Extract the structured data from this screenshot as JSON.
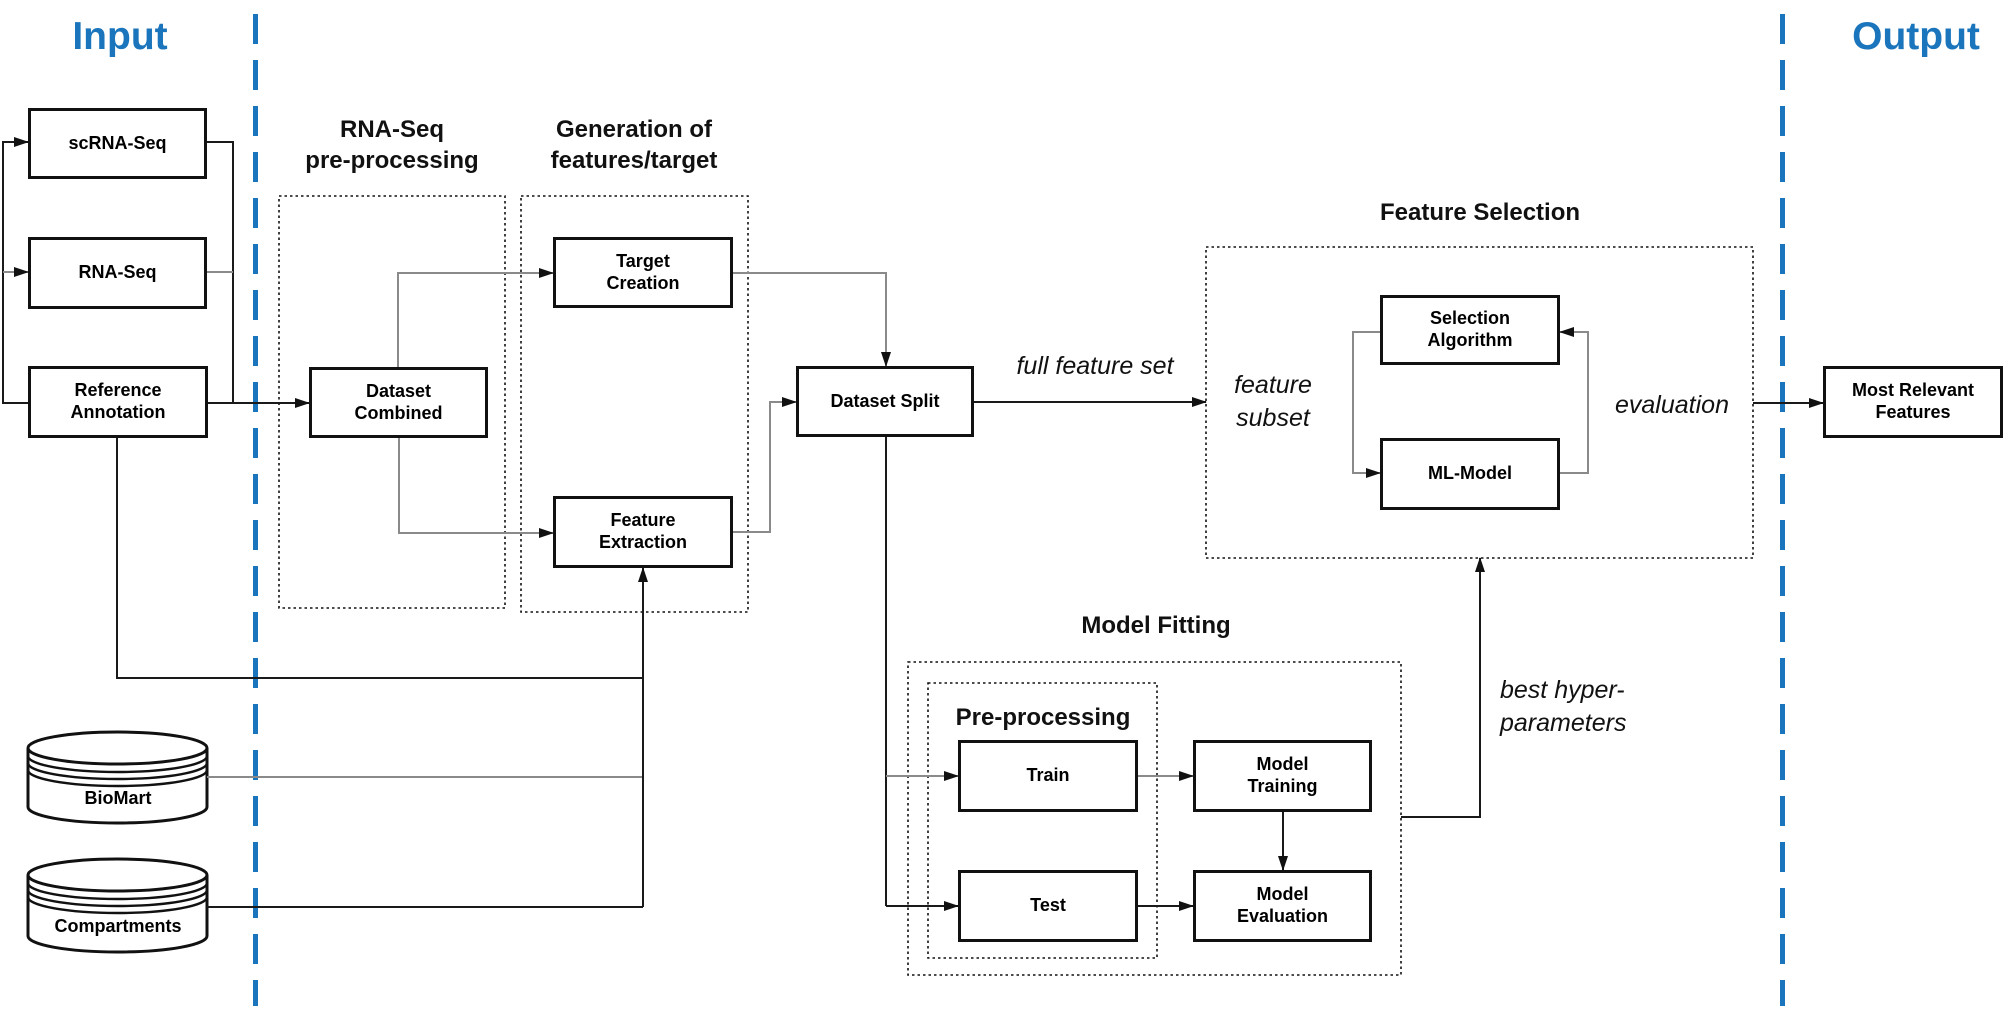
{
  "titles": {
    "input": "Input",
    "output": "Output"
  },
  "sections": {
    "rnaseq_preprocessing": {
      "title": "RNA-Seq\npre-processing"
    },
    "generation": {
      "title": "Generation of\nfeatures/target"
    },
    "feature_selection": {
      "title": "Feature Selection"
    },
    "model_fitting": {
      "title": "Model Fitting"
    },
    "preprocessing_inner": {
      "title": "Pre-processing"
    }
  },
  "nodes": {
    "scrna_seq": {
      "label": "scRNA-Seq"
    },
    "rna_seq": {
      "label": "RNA-Seq"
    },
    "reference_annotation": {
      "label": "Reference\nAnnotation"
    },
    "dataset_combined": {
      "label": "Dataset\nCombined"
    },
    "target_creation": {
      "label": "Target\nCreation"
    },
    "feature_extraction": {
      "label": "Feature\nExtraction"
    },
    "dataset_split": {
      "label": "Dataset Split"
    },
    "selection_algorithm": {
      "label": "Selection\nAlgorithm"
    },
    "ml_model": {
      "label": "ML-Model"
    },
    "train": {
      "label": "Train"
    },
    "test": {
      "label": "Test"
    },
    "model_training": {
      "label": "Model\nTraining"
    },
    "model_evaluation": {
      "label": "Model\nEvaluation"
    },
    "most_relevant_features": {
      "label": "Most Relevant\nFeatures"
    }
  },
  "databases": {
    "biomart": {
      "label": "BioMart"
    },
    "compartments": {
      "label": "Compartments"
    }
  },
  "edge_labels": {
    "full_feature_set": "full feature set",
    "feature_subset": "feature\nsubset",
    "evaluation": "evaluation",
    "best_hyperparameters": "best hyper-\nparameters"
  },
  "colors": {
    "accent_blue": "#1b75bc",
    "line_black": "#1a1a1a",
    "line_gray": "#8a8a8a",
    "background": "#ffffff"
  }
}
